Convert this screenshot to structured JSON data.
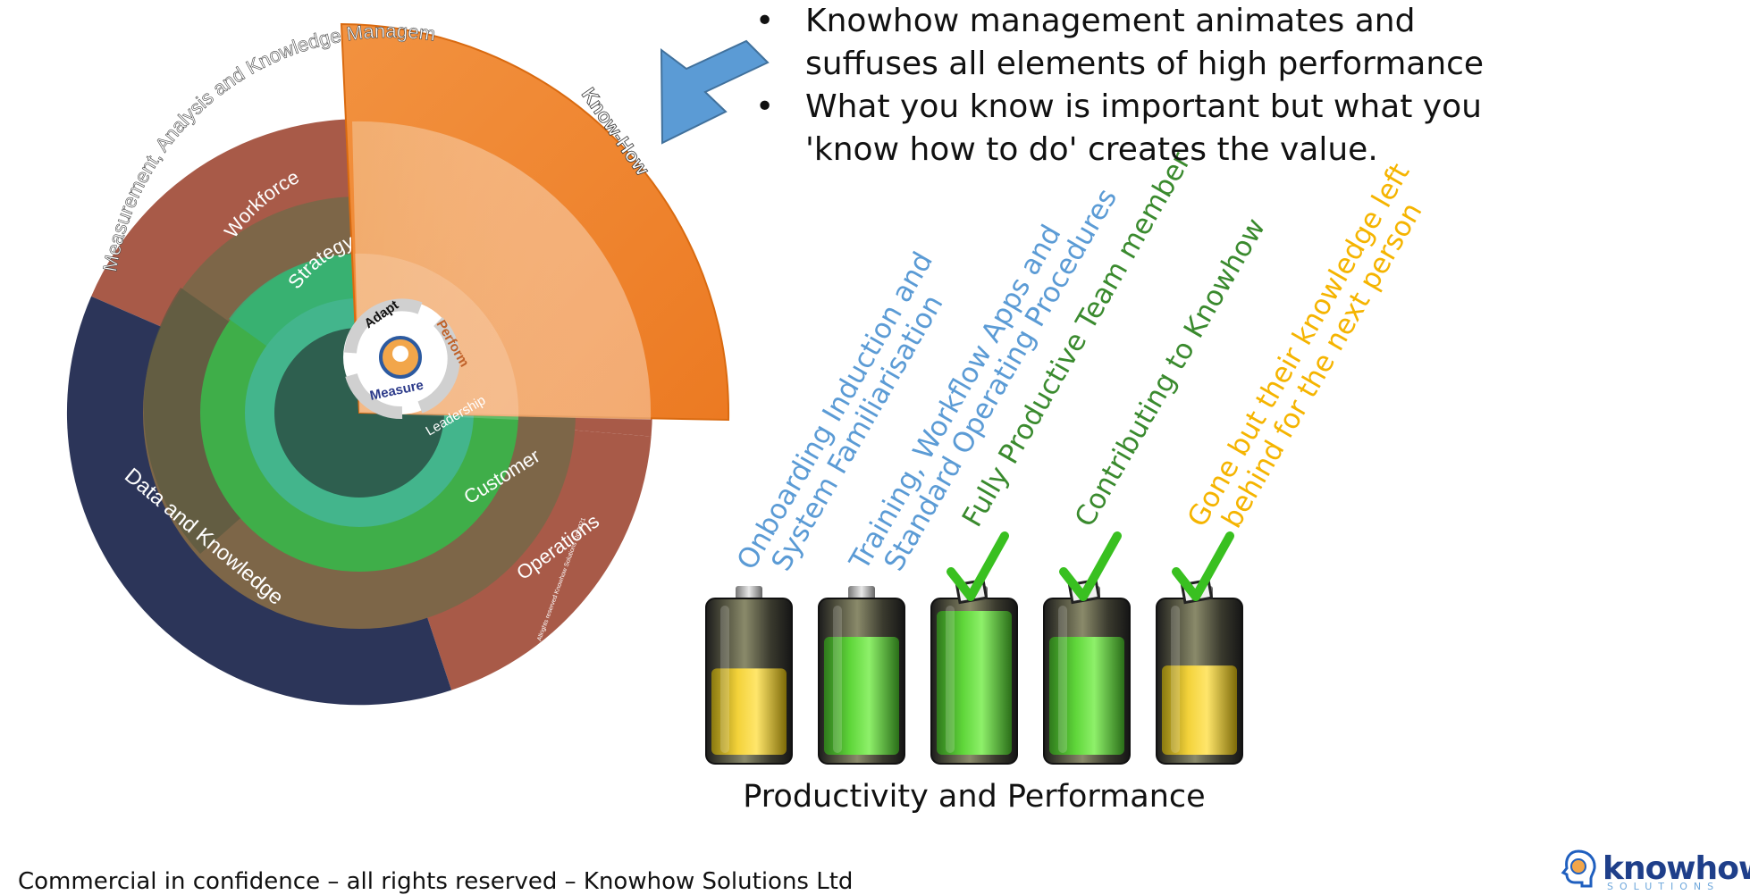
{
  "bullets": [
    {
      "marker": "•",
      "text": "Knowhow management animates and suffuses all elements of high performance"
    },
    {
      "marker": "•",
      "text": "What you know is important but what you 'know how to do' creates the value."
    }
  ],
  "wheel": {
    "outer_ring_label": "Measurement, Analysis and Knowledge Management",
    "highlight_label": "Know-How",
    "data_label": "Data and Knowledge",
    "workforce_label": "Workforce",
    "operations_label": "Operations",
    "strategy_label": "Strategy",
    "customer_label": "Customer",
    "leadership_label": "Leadership",
    "cycle_adapt": "Adapt",
    "cycle_perform": "Perform",
    "cycle_measure": "Measure",
    "copyright_small": "Allrights reserved Knowhow Solutions Ltd 2021",
    "colors": {
      "outer": "#a85a48",
      "orange": "#f0872e",
      "navy": "#2c3559",
      "ring_dark": "#8a6a4a",
      "green_mid": "#3fae49",
      "teal": "#3fb28a",
      "center": "#2e5f4f"
    }
  },
  "arrow": {
    "color": "#5b9bd5"
  },
  "stages": [
    {
      "label": "Onboarding Induction and System Familiarisation",
      "color": "#5b9bd5",
      "battery": "yellow",
      "fill": 0.6,
      "checked": false
    },
    {
      "label": "Training, Workflow Apps and Standard Operating Procedures",
      "color": "#5b9bd5",
      "battery": "green",
      "fill": 0.82,
      "checked": false
    },
    {
      "label": "Fully Productive Team member",
      "color": "#3a8a2e",
      "battery": "green",
      "fill": 1.0,
      "checked": true
    },
    {
      "label": "Contributing to Knowhow",
      "color": "#3a8a2e",
      "battery": "green",
      "fill": 0.82,
      "checked": true
    },
    {
      "label": "Gone but their knowledge left behind for the next person",
      "color": "#f5b400",
      "battery": "yellow",
      "fill": 0.62,
      "checked": true
    }
  ],
  "caption": "Productivity and Performance",
  "footer": "Commercial in confidence – all rights reserved – Knowhow Solutions Ltd",
  "logo": {
    "word": "knowhow",
    "sub": "SOLUTIONS"
  }
}
